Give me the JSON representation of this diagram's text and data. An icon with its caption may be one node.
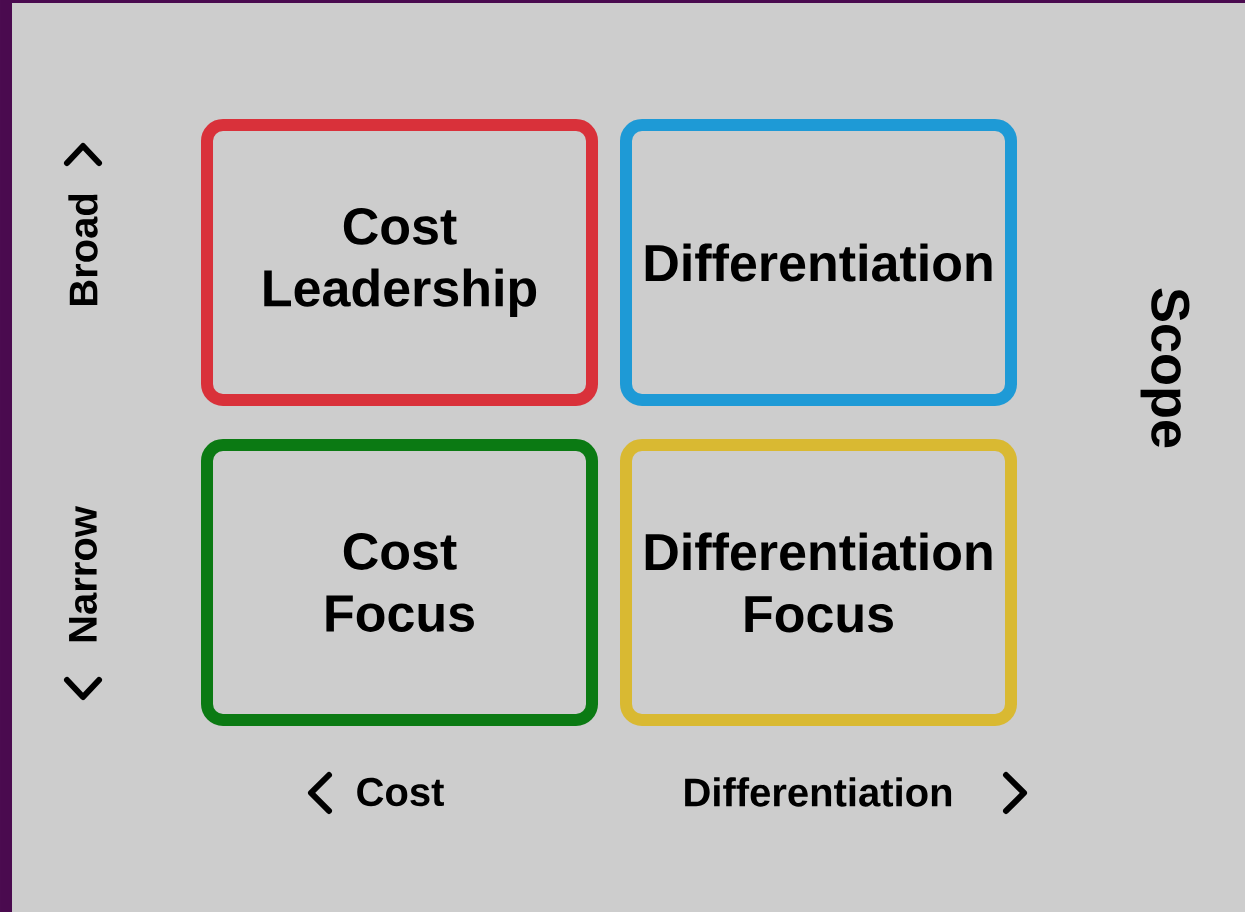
{
  "diagram": {
    "nodes": [
      {
        "text": [
          "Cost Leadership"
        ]
      },
      {
        "text": [
          "Differentiation"
        ]
      },
      {
        "text": [
          "Cost Focus"
        ]
      },
      {
        "text": [
          "Differentiation Focus"
        ]
      }
    ],
    "labels": [
      "Broad",
      "Scope",
      "Narrow",
      "Cost",
      "Differentiation"
    ]
  }
}
